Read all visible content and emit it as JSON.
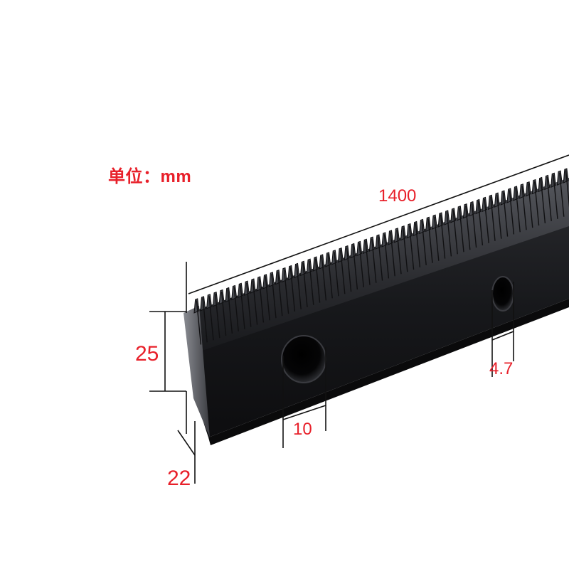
{
  "unit_label": "单位：mm",
  "dimensions": {
    "length": "1400",
    "height": "25",
    "large_hole_diameter": "10",
    "small_hole_diameter": "4.7",
    "width": "22"
  },
  "colors": {
    "annotation": "#e8202a",
    "rack_body": "#151517",
    "rack_highlight": "#4a4c52",
    "dimension_lines": "#111111",
    "background": "#ffffff"
  }
}
